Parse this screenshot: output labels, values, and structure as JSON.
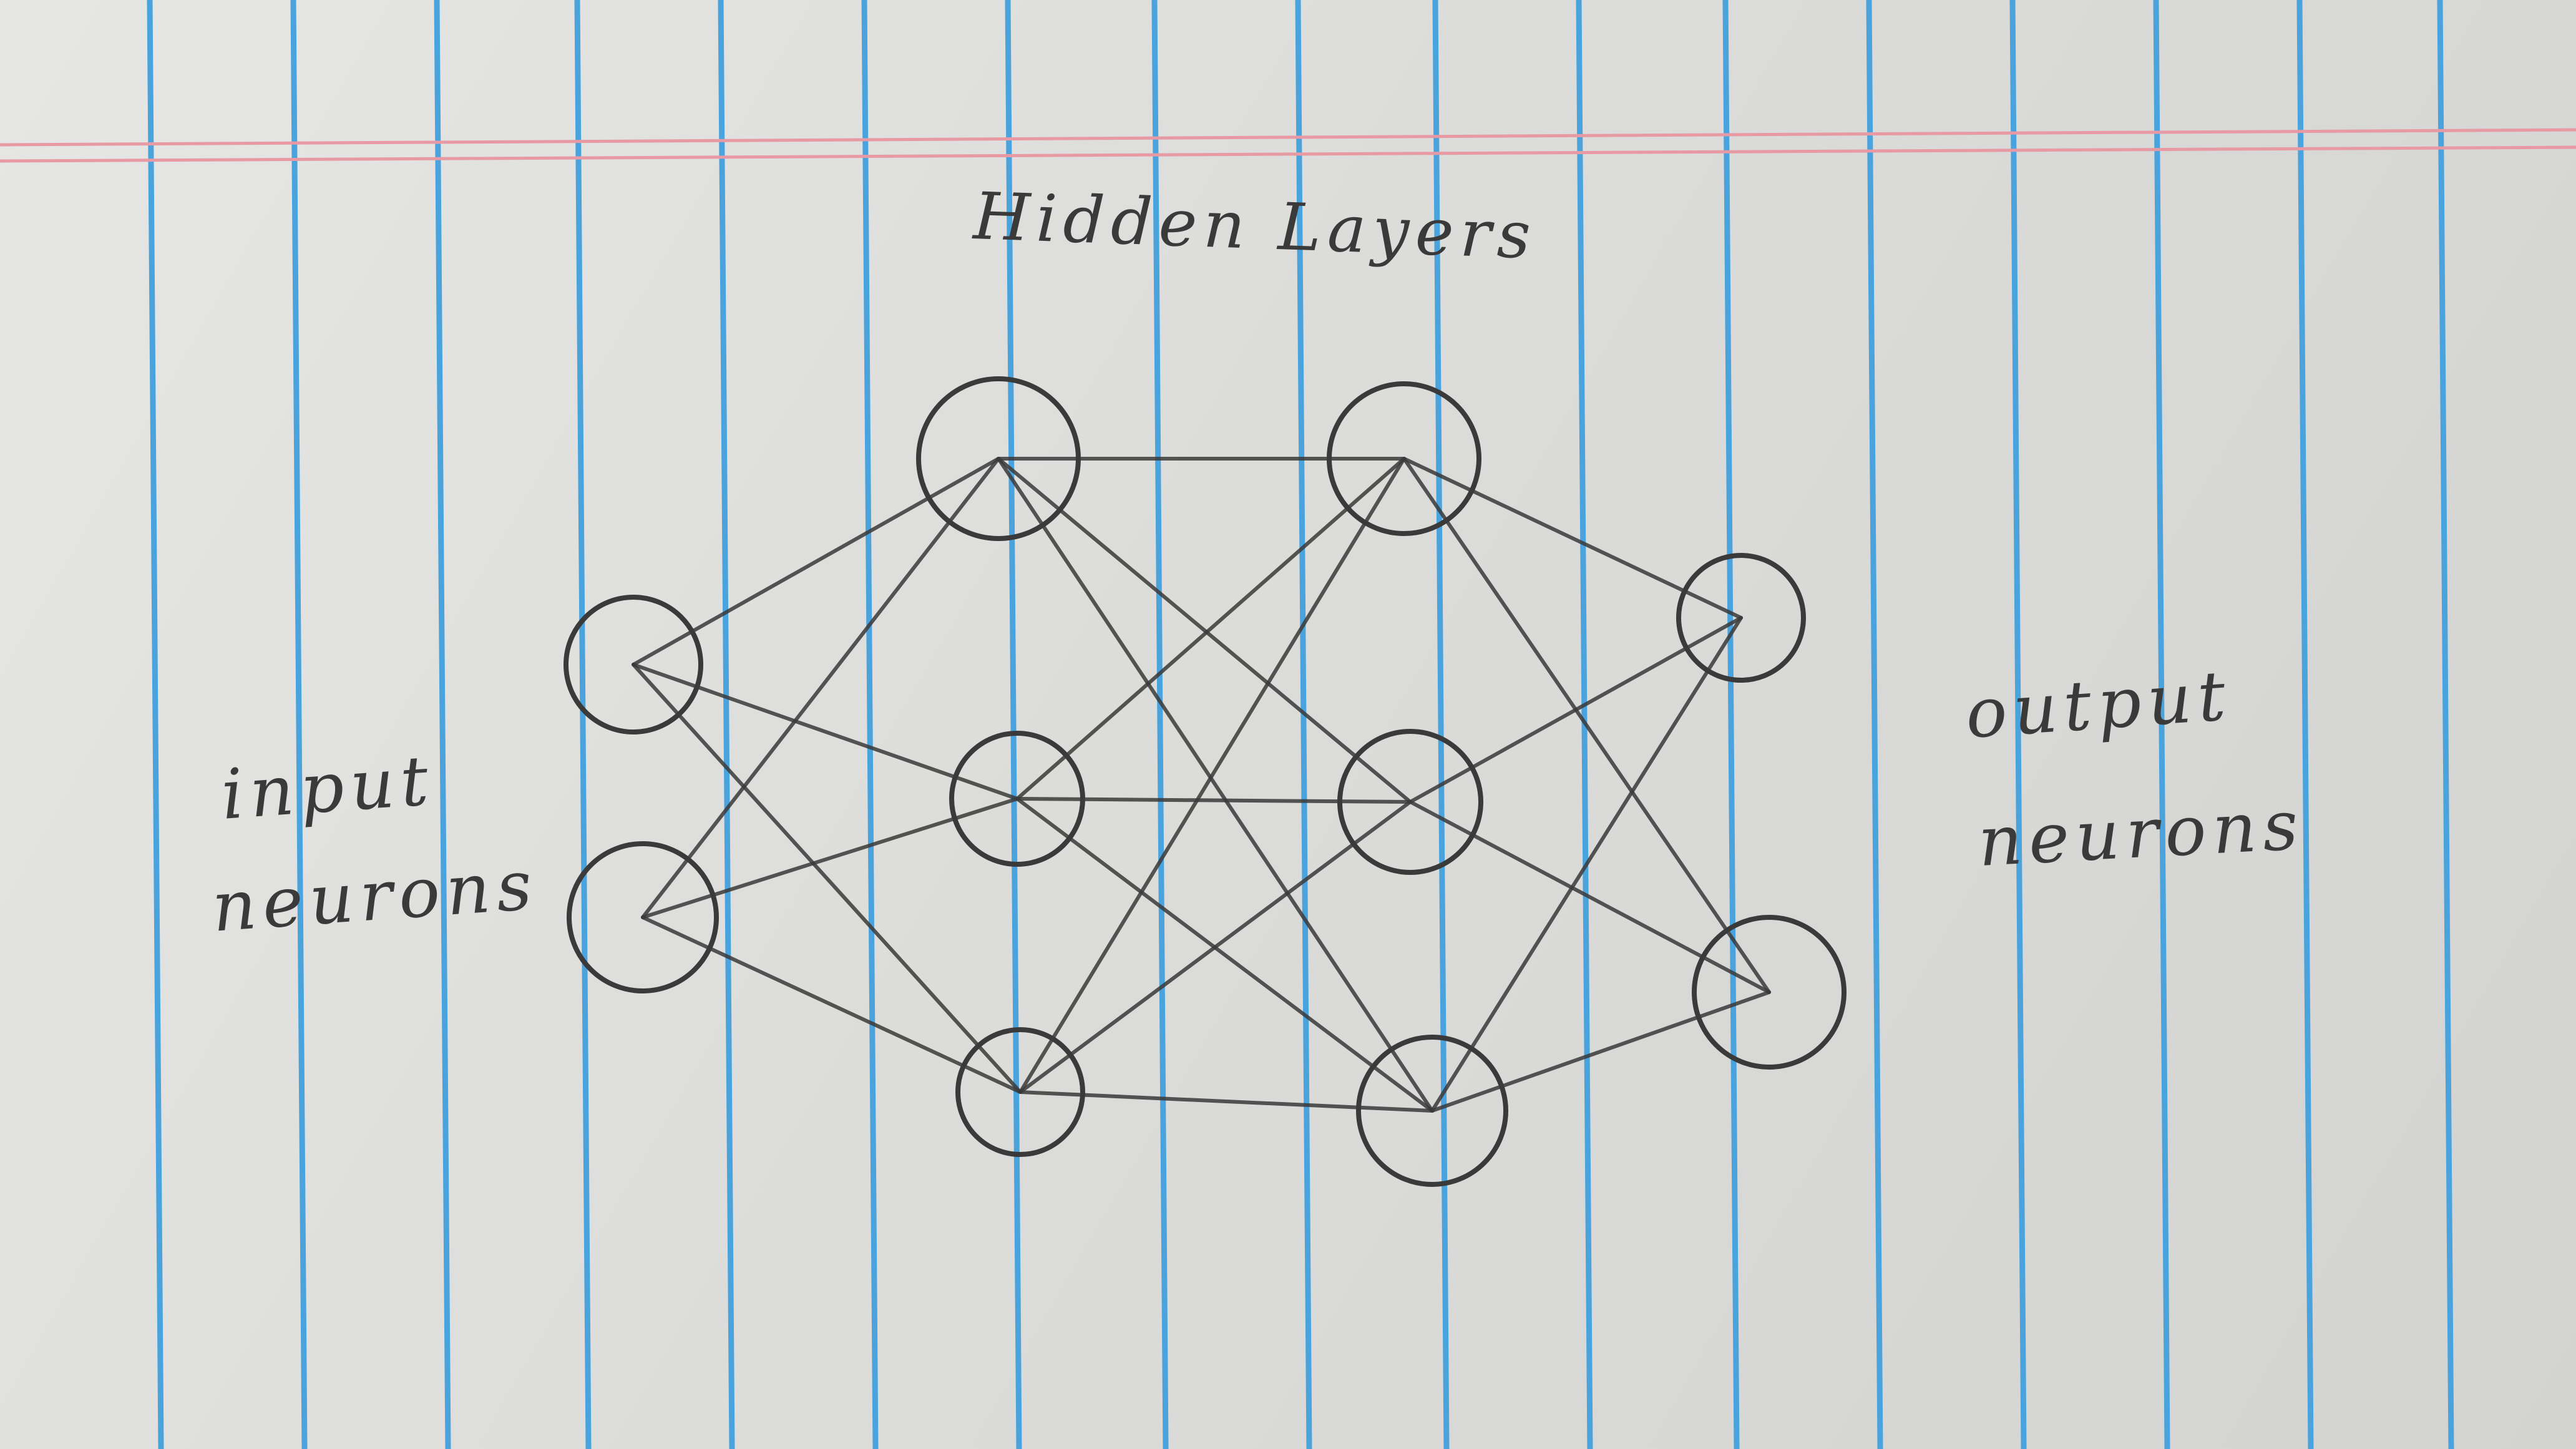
{
  "labels": {
    "hidden_layers": "Hidden Layers",
    "input": [
      "input",
      "neurons"
    ],
    "output": [
      "output",
      "neurons"
    ]
  },
  "network": {
    "layers": [
      {
        "name": "input",
        "nodes": 2
      },
      {
        "name": "hidden-1",
        "nodes": 3
      },
      {
        "name": "hidden-2",
        "nodes": 3
      },
      {
        "name": "output",
        "nodes": 2
      }
    ],
    "connections": "fully-connected"
  },
  "colors": {
    "paper": "#dedede",
    "blue_rule": "#4aa3dc",
    "red_margin": "#e79aa3",
    "pencil": "#3a3a3a"
  }
}
